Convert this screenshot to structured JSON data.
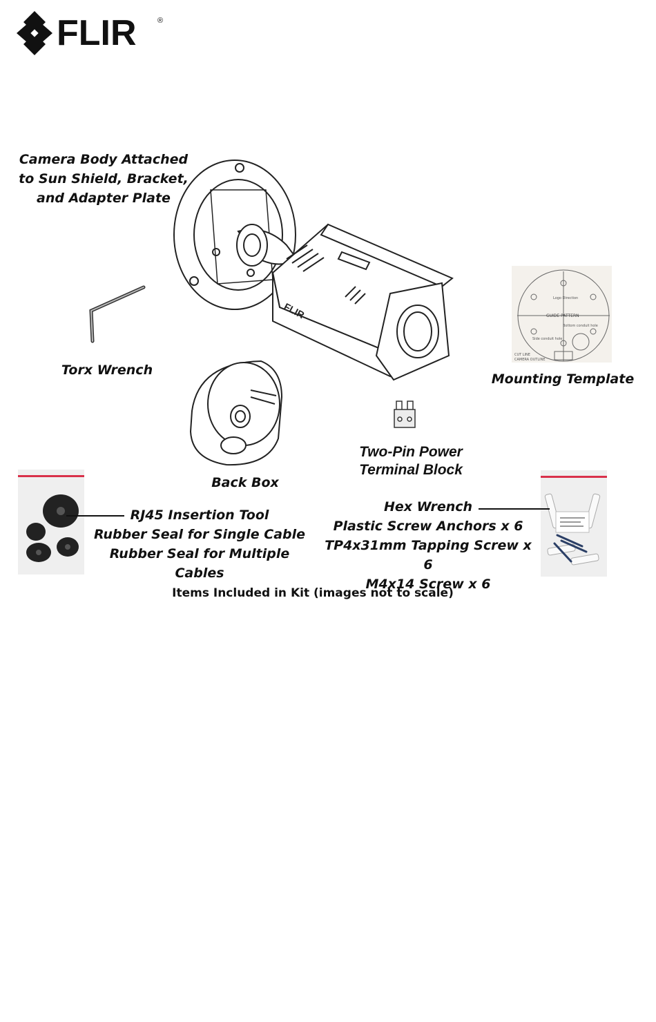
{
  "brand": {
    "name": "FLIR",
    "mark": "®"
  },
  "items": {
    "camera_body": [
      "Camera Body Attached",
      "to Sun Shield, Bracket,",
      "and Adapter Plate"
    ],
    "torx_wrench": "Torx Wrench",
    "back_box": "Back Box",
    "mounting_template": "Mounting Template",
    "template_card": {
      "logo_direction": "Logo Direction",
      "guide_pattern": "GUIDE PATTERN",
      "bottom_conduit_hole": "Bottom conduit hole",
      "side_conduit_hole": "Side conduit hole",
      "cut_line": "CUT LINE",
      "camera_outline": "CAMERA OUTLINE"
    },
    "terminal_block": [
      "Two-Pin Power",
      "Terminal Block"
    ],
    "seal_bag": [
      "RJ45 Insertion Tool",
      "Rubber Seal for Single Cable",
      "Rubber Seal for Multiple Cables"
    ],
    "screw_bag": [
      "Hex Wrench",
      "Plastic Screw Anchors x 6",
      "TP4x31mm Tapping Screw x 6",
      "M4x14 Screw x 6"
    ]
  },
  "caption": "Items Included in Kit (images not to scale)",
  "colors": {
    "ink": "#111111",
    "bag": "#efefef",
    "bag_seal": "#d9314a",
    "card": "#f4f1ec"
  }
}
